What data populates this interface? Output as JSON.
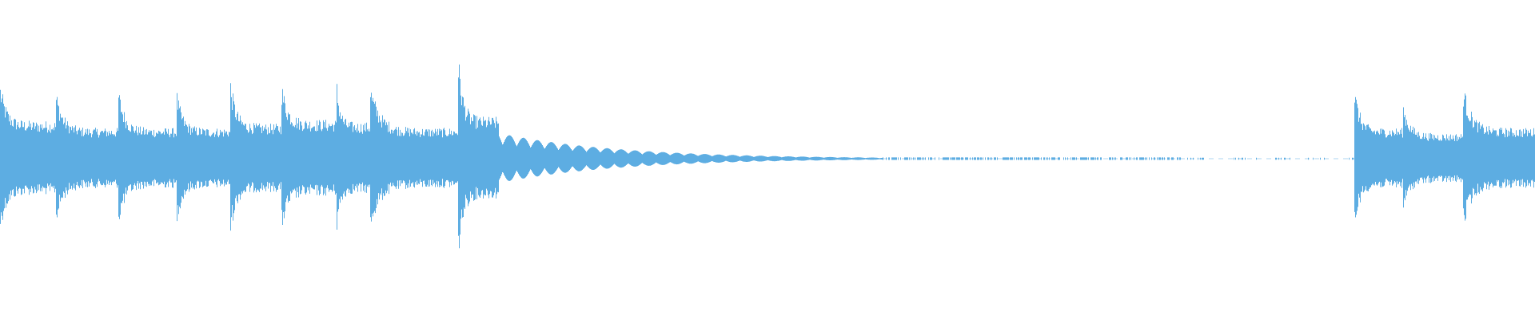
{
  "waveform": {
    "color": "#5dade2",
    "background": "#ffffff",
    "transients": [
      {
        "at": 0.0,
        "peak": 0.55,
        "sustain": 0.27
      },
      {
        "at": 0.036,
        "peak": 0.52,
        "sustain": 0.22
      },
      {
        "at": 0.077,
        "peak": 0.52,
        "sustain": 0.22
      },
      {
        "at": 0.115,
        "peak": 0.49,
        "sustain": 0.22
      },
      {
        "at": 0.15,
        "peak": 0.58,
        "sustain": 0.25
      },
      {
        "at": 0.183,
        "peak": 0.58,
        "sustain": 0.28
      },
      {
        "at": 0.219,
        "peak": 0.59,
        "sustain": 0.26
      },
      {
        "at": 0.241,
        "peak": 0.55,
        "sustain": 0.22
      },
      {
        "at": 0.298,
        "peak": 0.83,
        "sustain": 0.3
      }
    ],
    "tail_start": 0.325,
    "tail_end": 0.88,
    "second_section": [
      {
        "at": 0.882,
        "peak": 0.55,
        "sustain": 0.22
      },
      {
        "at": 0.914,
        "peak": 0.4,
        "sustain": 0.18
      },
      {
        "at": 0.953,
        "peak": 0.55,
        "sustain": 0.22
      }
    ],
    "end": 1.0
  }
}
